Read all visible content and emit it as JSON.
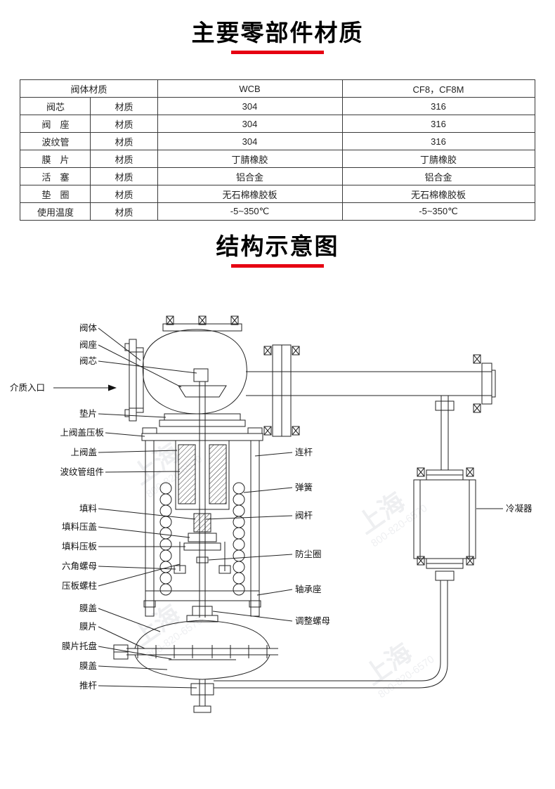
{
  "page": {
    "section1_title": "主要零部件材质",
    "section2_title": "结构示意图",
    "accent_color": "#e60012"
  },
  "materials_table": {
    "header": {
      "part_col": "阀体材质",
      "wcb_col": "WCB",
      "cf8_col": "CF8，CF8M"
    },
    "rows": [
      {
        "part": "阀芯",
        "attr": "材质",
        "wcb": "304",
        "cf8": "316"
      },
      {
        "part": "阀　座",
        "attr": "材质",
        "wcb": "304",
        "cf8": "316"
      },
      {
        "part": "波纹管",
        "attr": "材质",
        "wcb": "304",
        "cf8": "316"
      },
      {
        "part": "膜　片",
        "attr": "材质",
        "wcb": "丁腈橡胶",
        "cf8": "丁腈橡胶"
      },
      {
        "part": "活　塞",
        "attr": "材质",
        "wcb": "铝合金",
        "cf8": "铝合金"
      },
      {
        "part": "垫　圈",
        "attr": "材质",
        "wcb": "无石棉橡胶板",
        "cf8": "无石棉橡胶板"
      },
      {
        "part": "使用温度",
        "attr": "材质",
        "wcb": "-5~350℃",
        "cf8": "-5~350℃"
      }
    ]
  },
  "diagram": {
    "left_labels": [
      "阀体",
      "阀座",
      "阀芯",
      "介质入口",
      "垫片",
      "上阀盖压板",
      "上阀盖",
      "波纹管组件",
      "填料",
      "填料压盖",
      "填料压板",
      "六角螺母",
      "压板螺柱",
      "膜盖",
      "膜片",
      "膜片托盘",
      "膜盖",
      "推杆"
    ],
    "right_labels": [
      "连杆",
      "弹簧",
      "阀杆",
      "防尘圈",
      "轴承座",
      "调整螺母"
    ],
    "condenser_label": "冷凝器",
    "watermark": {
      "text": "上海",
      "phone": "800-820-6570"
    }
  }
}
